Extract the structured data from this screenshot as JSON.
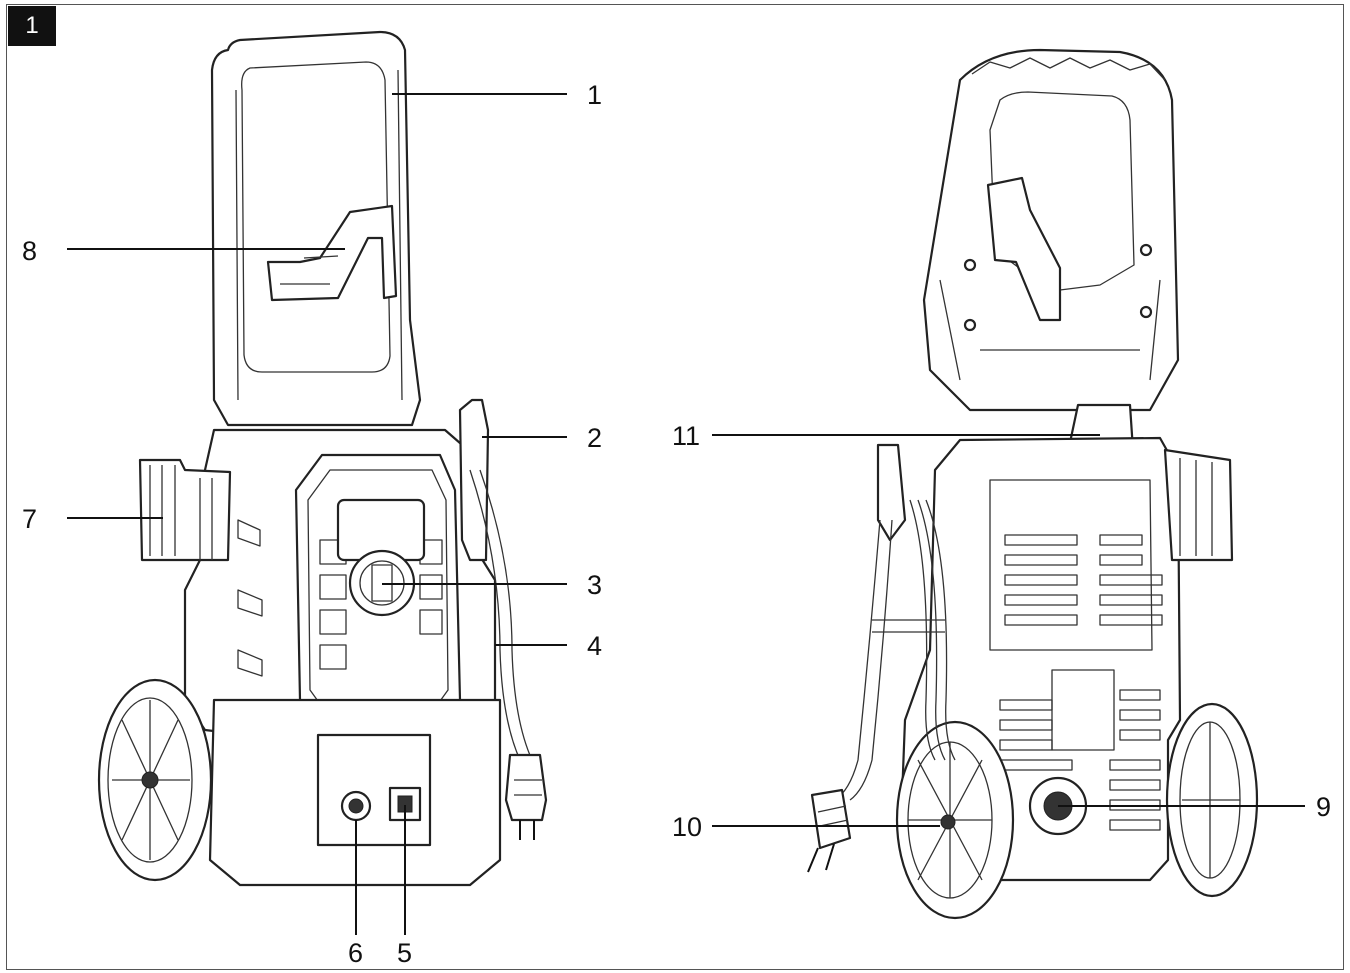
{
  "figure": {
    "badge": "1"
  },
  "callouts": {
    "c1": "1",
    "c2": "2",
    "c3": "3",
    "c4": "4",
    "c5": "5",
    "c6": "6",
    "c7": "7",
    "c8": "8",
    "c9": "9",
    "c10": "10",
    "c11": "11"
  },
  "colors": {
    "line": "#222222",
    "badge_bg": "#111111",
    "badge_fg": "#ffffff"
  }
}
